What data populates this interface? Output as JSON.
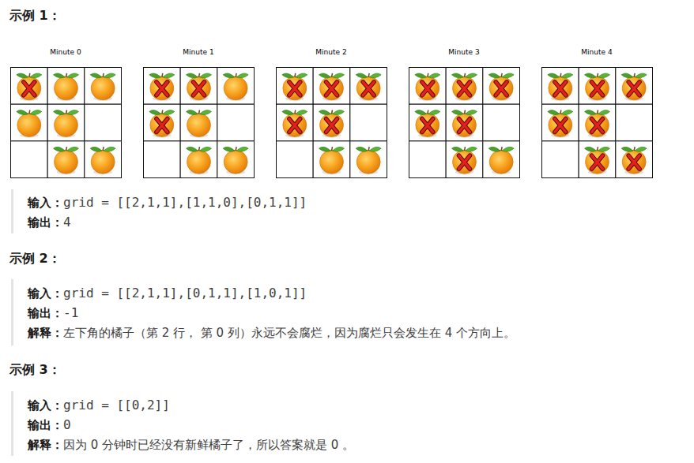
{
  "diagram": {
    "nodes": [
      {
        "text": [
          "Minute 0"
        ]
      },
      {
        "text": [
          "Minute 1"
        ]
      },
      {
        "text": [
          "Minute 2"
        ]
      },
      {
        "text": [
          "Minute 3"
        ]
      },
      {
        "text": [
          "Minute 4"
        ]
      }
    ],
    "labels": [
      "示例 1：",
      "输入：",
      "grid = [[2,1,1],[1,1,0],[0,1,1]]",
      "输出：",
      "4",
      "示例 2：",
      "输入：",
      "grid = [[2,1,1],[0,1,1],[1,0,1]]",
      "输出：",
      "-1",
      "解释：",
      "左下角的橘子（第 2 行， 第 0 列）永远不会腐烂，因为腐烂只会发生在 4 个方向上。",
      "示例 3：",
      "输入：",
      "grid = [[0,2]]",
      "输出：",
      "0",
      "解释：",
      "因为 0 分钟时已经没有新鲜橘子了，所以答案就是 0 。"
    ]
  }
}
